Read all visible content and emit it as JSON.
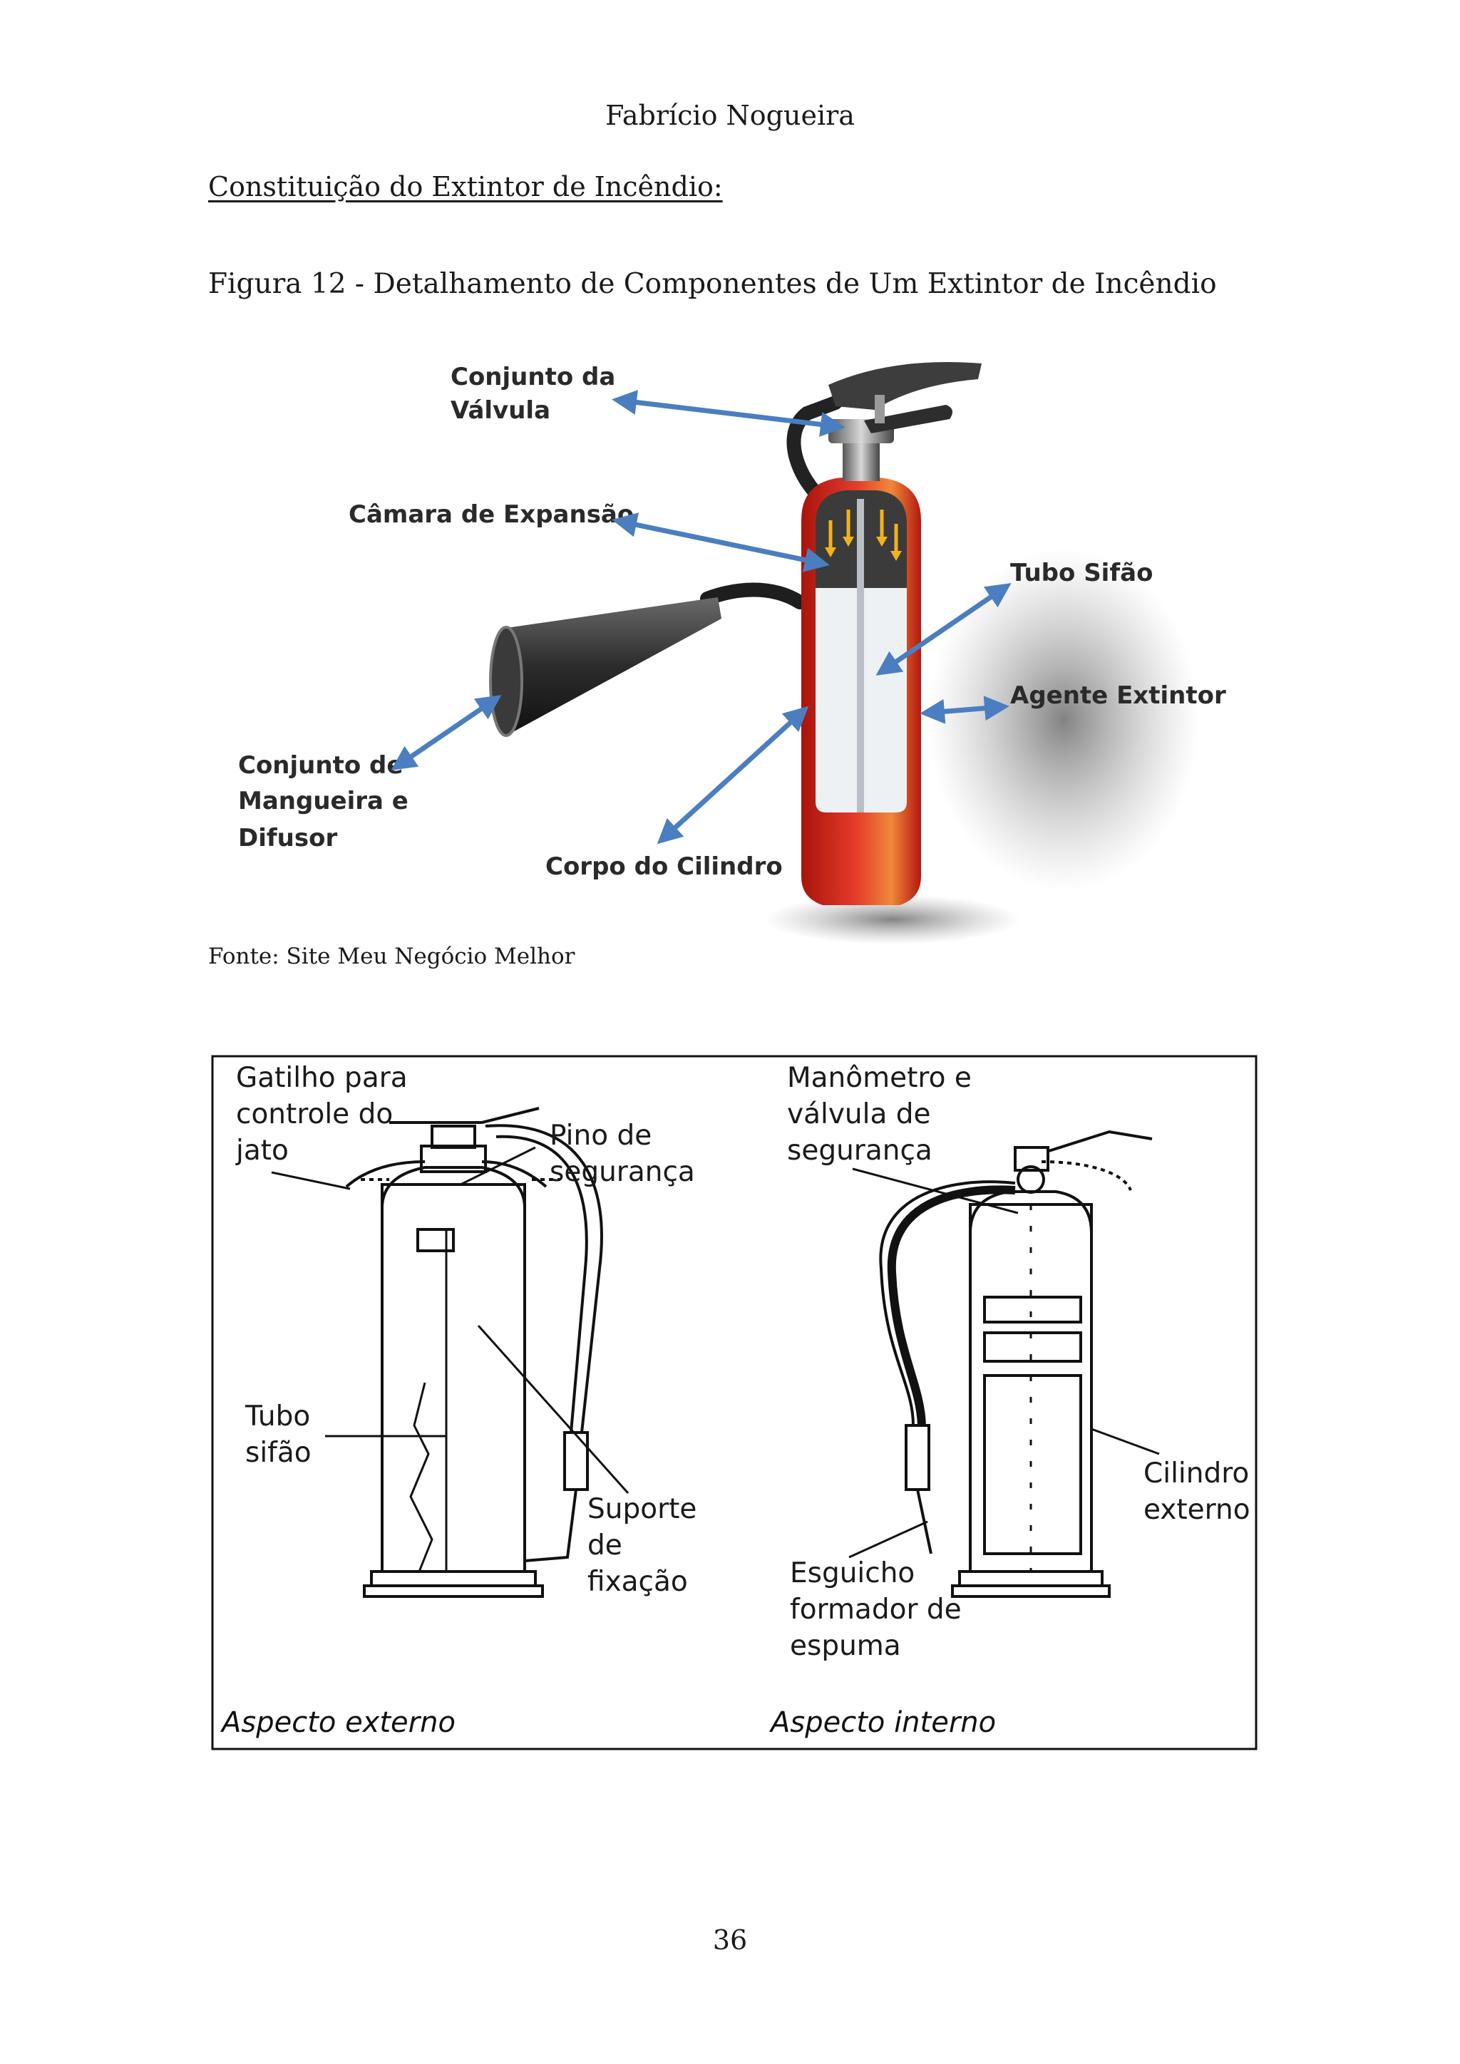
{
  "header": {
    "author": "Fabrício Nogueira"
  },
  "section_title": "Constituição do Extintor de Incêndio:",
  "figure": {
    "caption": "Figura 12 - Detalhamento de Componentes de Um Extintor de Incêndio",
    "labels": {
      "valve_line1": "Conjunto da",
      "valve_line2": "Válvula",
      "expansion": "Câmara de Expansão",
      "siphon": "Tubo Sifão",
      "agent": "Agente Extintor",
      "hose_line1": "Conjunto de",
      "hose_line2": "Mangueira e",
      "hose_line3": "Difusor",
      "body": "Corpo do Cilindro"
    },
    "source": "Fonte: Site Meu Negócio Melhor"
  },
  "diagram": {
    "left": {
      "trigger": [
        "Gatilho para",
        "controle do",
        "jato"
      ],
      "pin": [
        "Pino de",
        "segurança"
      ],
      "siphon": [
        "Tubo",
        "sifão"
      ],
      "support": [
        "Suporte",
        "de",
        "fixação"
      ],
      "aspect": "Aspecto externo"
    },
    "right": {
      "gauge": [
        "Manômetro e",
        "válvula de",
        "segurança"
      ],
      "cylinder": [
        "Cilindro",
        "externo"
      ],
      "nozzle": [
        "Esguicho",
        "formador de",
        "espuma"
      ],
      "aspect": "Aspecto interno"
    }
  },
  "footer": {
    "page_number": "36"
  },
  "colors": {
    "arrow": "#4a7ec0",
    "cylinder_red": "#d7261b",
    "agent_white": "#eef1f3",
    "inner_arrow": "#f2b21b"
  }
}
